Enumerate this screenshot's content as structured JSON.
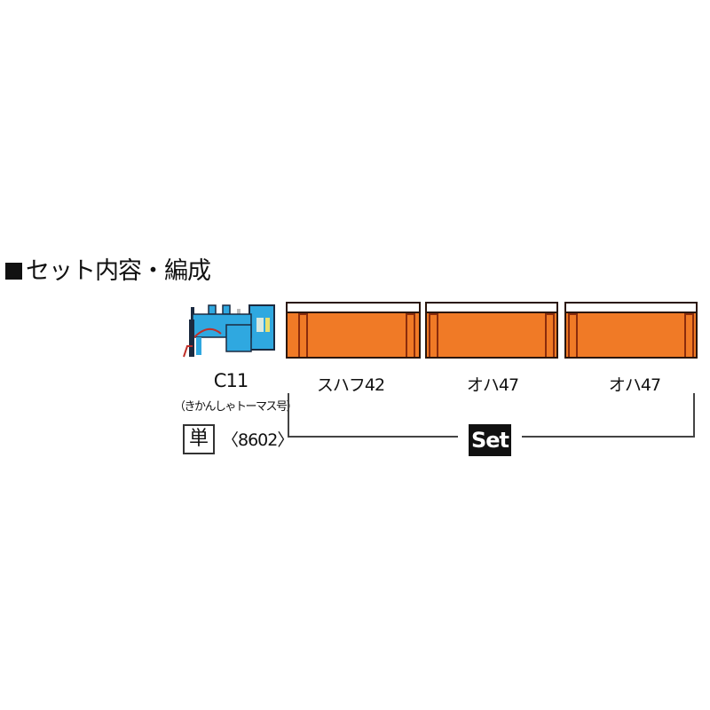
{
  "title": "セット内容・編成",
  "locomotive": {
    "model": "C11",
    "name": "（きかんしゃトーマス号）",
    "badge": "単",
    "product_number": "〈8602〉",
    "colors": {
      "body": "#2fa8e0",
      "dark": "#1b2a40",
      "red": "#c0302a"
    }
  },
  "cars": [
    {
      "label": "スハフ42",
      "color": "#f07a26"
    },
    {
      "label": "オハ47",
      "color": "#f07a26"
    },
    {
      "label": "オハ47",
      "color": "#f07a26"
    }
  ],
  "set_label": "Set"
}
